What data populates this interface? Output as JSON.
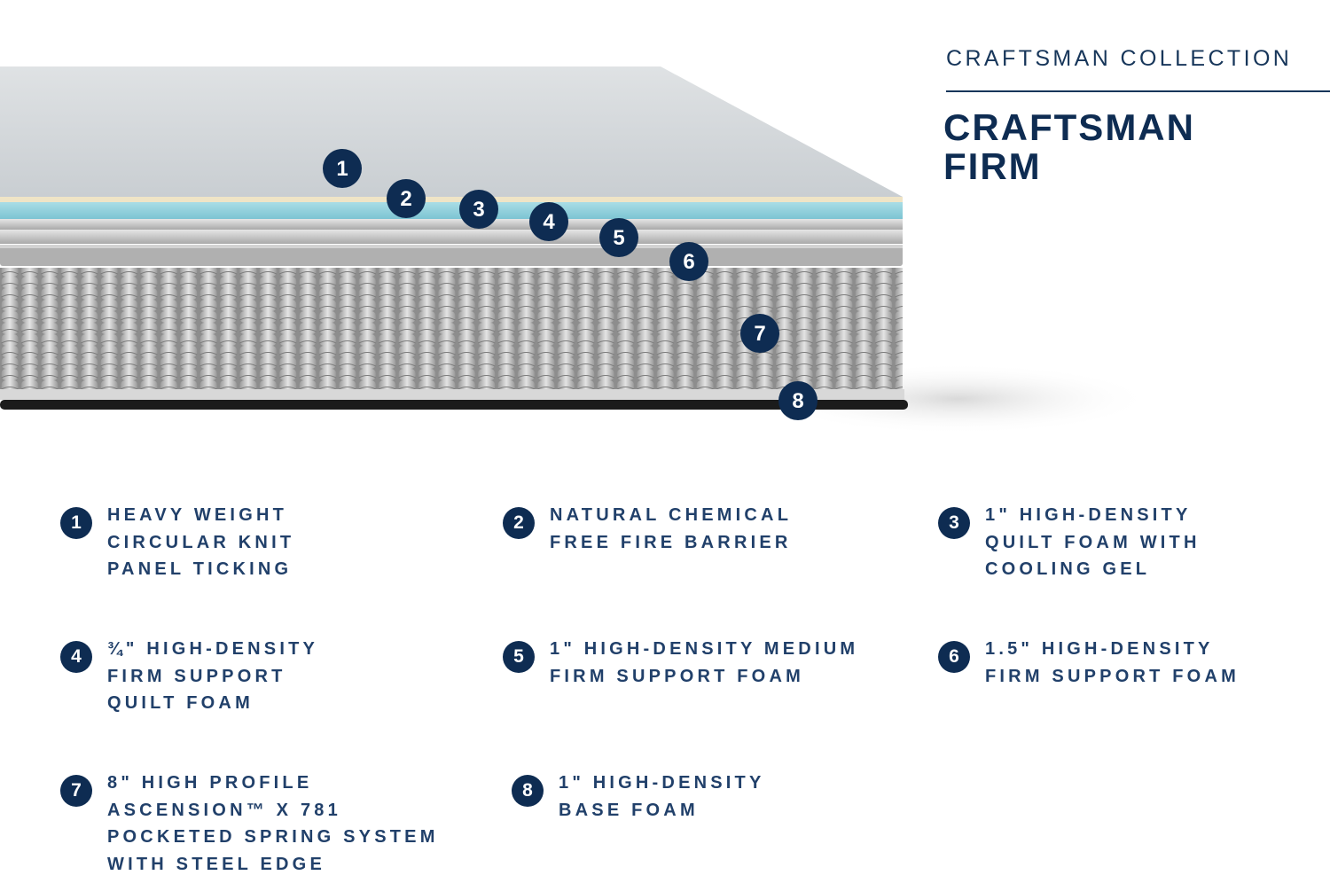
{
  "header": {
    "collection": "CRAFTSMAN COLLECTION",
    "title_lines": [
      "CRAFTSMAN",
      "FIRM"
    ]
  },
  "colors": {
    "navy": "#0e2c52",
    "text": "#21406a",
    "gel": "#8fd0dc",
    "cover": "#d6dadd"
  },
  "markers": [
    "1",
    "2",
    "3",
    "4",
    "5",
    "6",
    "7",
    "8"
  ],
  "legend": [
    {
      "number": "1",
      "lines": [
        "HEAVY WEIGHT",
        "CIRCULAR KNIT",
        "PANEL TICKING"
      ]
    },
    {
      "number": "2",
      "lines": [
        "NATURAL CHEMICAL",
        "FREE FIRE BARRIER"
      ]
    },
    {
      "number": "3",
      "lines": [
        "1\" HIGH-DENSITY",
        "QUILT FOAM WITH",
        "COOLING GEL"
      ]
    },
    {
      "number": "4",
      "lines": [
        "¾\" HIGH-DENSITY",
        "FIRM SUPPORT",
        "QUILT FOAM"
      ]
    },
    {
      "number": "5",
      "lines": [
        "1\" HIGH-DENSITY MEDIUM",
        "FIRM SUPPORT FOAM"
      ]
    },
    {
      "number": "6",
      "lines": [
        "1.5\" HIGH-DENSITY",
        "FIRM SUPPORT FOAM"
      ]
    },
    {
      "number": "7",
      "lines": [
        "8\" HIGH PROFILE",
        "ASCENSION™ X 781",
        "POCKETED SPRING SYSTEM",
        "WITH STEEL EDGE"
      ]
    },
    {
      "number": "8",
      "lines": [
        "1\" HIGH-DENSITY",
        "BASE FOAM"
      ]
    }
  ]
}
